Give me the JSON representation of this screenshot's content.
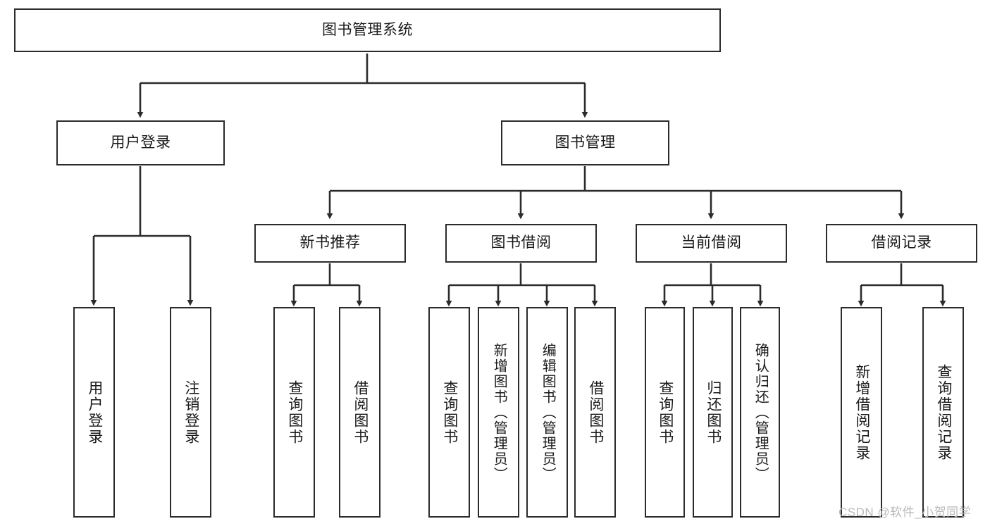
{
  "diagram": {
    "type": "tree-hierarchy",
    "title": "图书管理系统",
    "watermark": "CSDN @软件_小贺同学",
    "line_color": "#2b2b2b",
    "box_fill": "#ffffff",
    "text_color": "#1a1a1a",
    "watermark_color": "#b9b9b9",
    "root": {
      "label": "图书管理系统",
      "level": 0
    },
    "level1": [
      {
        "label": "用户登录"
      },
      {
        "label": "图书管理"
      }
    ],
    "level2": [
      {
        "label": "新书推荐",
        "parent": "图书管理"
      },
      {
        "label": "图书借阅",
        "parent": "图书管理"
      },
      {
        "label": "当前借阅",
        "parent": "图书管理"
      },
      {
        "label": "借阅记录",
        "parent": "图书管理"
      }
    ],
    "leaves": {
      "user_login": [
        {
          "label": "用户登录"
        },
        {
          "label": "注销登录"
        }
      ],
      "new_book_recommend": [
        {
          "label": "查询图书"
        },
        {
          "label": "借阅图书"
        }
      ],
      "book_borrow": [
        {
          "label": "查询图书"
        },
        {
          "label": "新增图书（管理员）"
        },
        {
          "label": "编辑图书（管理员）"
        },
        {
          "label": "借阅图书"
        }
      ],
      "current_borrow": [
        {
          "label": "查询图书"
        },
        {
          "label": "归还图书"
        },
        {
          "label": "确认归还（管理员）"
        }
      ],
      "borrow_records": [
        {
          "label": "新增借阅记录"
        },
        {
          "label": "查询借阅记录"
        }
      ]
    }
  }
}
